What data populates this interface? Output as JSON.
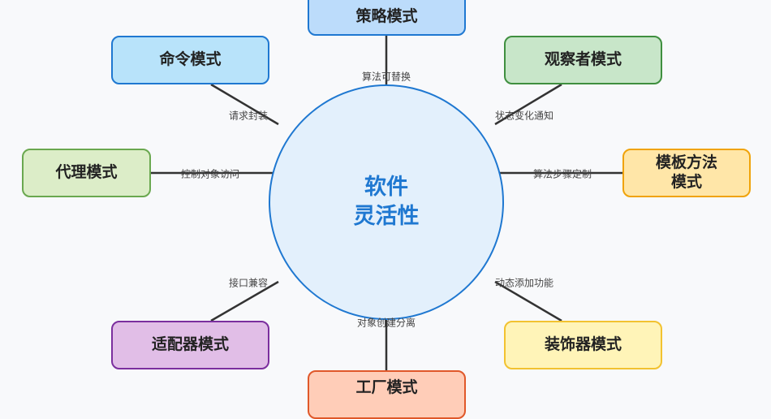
{
  "center": {
    "label": "软件\n灵活性"
  },
  "nodes": [
    {
      "id": "strategy",
      "label": "策略模式",
      "edge_label": "算法可替换",
      "fill": "#bcdcfb",
      "stroke": "#1f78d1"
    },
    {
      "id": "command",
      "label": "命令模式",
      "edge_label": "请求封装",
      "fill": "#b8e3fa",
      "stroke": "#1f78d1"
    },
    {
      "id": "observer",
      "label": "观察者模式",
      "edge_label": "状态变化通知",
      "fill": "#c8e6c9",
      "stroke": "#3f8f3f"
    },
    {
      "id": "proxy",
      "label": "代理模式",
      "edge_label": "控制对象访问",
      "fill": "#dcedc8",
      "stroke": "#6aa84f"
    },
    {
      "id": "template",
      "label": "模板方法\n模式",
      "edge_label": "算法步骤定制",
      "fill": "#ffe6a8",
      "stroke": "#f0a30a"
    },
    {
      "id": "adapter",
      "label": "适配器模式",
      "edge_label": "接口兼容",
      "fill": "#e1bee7",
      "stroke": "#7b2f9e"
    },
    {
      "id": "decorator",
      "label": "装饰器模式",
      "edge_label": "动态添加功能",
      "fill": "#fff4b8",
      "stroke": "#f2c230"
    },
    {
      "id": "factory",
      "label": "工厂模式",
      "edge_label": "对象创建分离",
      "fill": "#ffcdb8",
      "stroke": "#e0582a"
    }
  ],
  "colors": {
    "background": "#f8f9fb",
    "edge": "#333333",
    "center_fill": "#e3f0fc",
    "center_stroke": "#1f78d1"
  }
}
